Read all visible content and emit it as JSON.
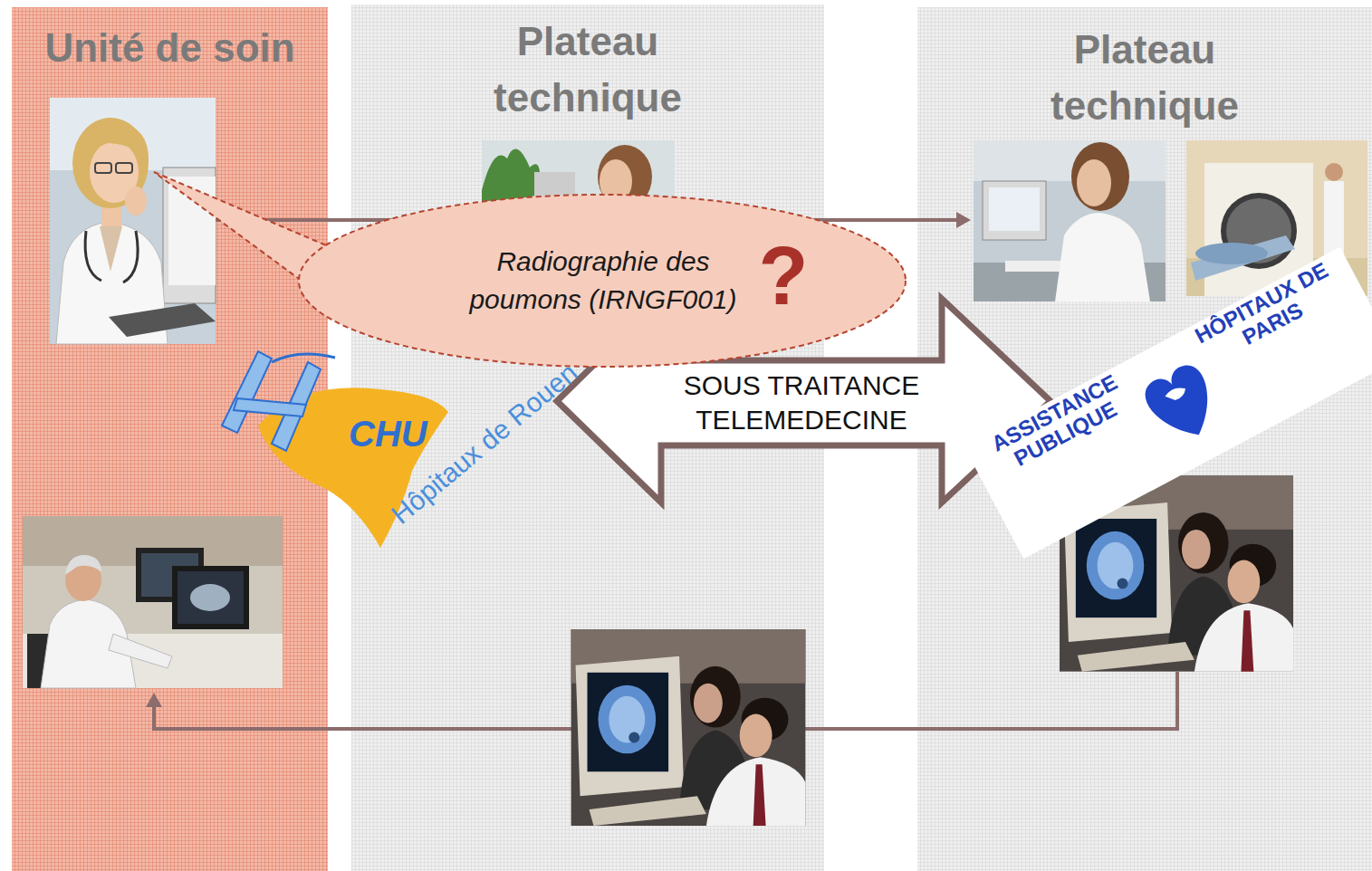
{
  "diagram": {
    "nodes": [
      {
        "text": [
          "Unité de soin"
        ]
      },
      {
        "text": [
          "Plateau technique"
        ]
      },
      {
        "text": [
          "Plateau technique"
        ]
      },
      {
        "text": [
          "Radiographie des poumons (IRNGF001)",
          "?"
        ]
      },
      {
        "text": [
          "SOUS TRAITANCE TELEMEDECINE"
        ]
      }
    ],
    "labels": [
      "CHU",
      "Hôpitaux de Rouen",
      "ASSISTANCE PUBLIQUE",
      "HÔPITAUX DE PARIS"
    ]
  }
}
